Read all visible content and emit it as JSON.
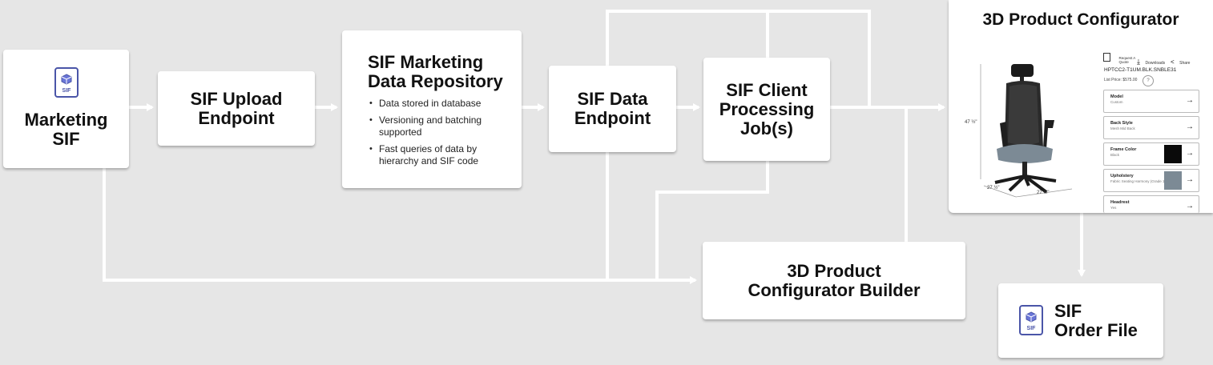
{
  "nodes": {
    "marketing_sif": "Marketing\nSIF",
    "upload": "SIF Upload\nEndpoint",
    "repository": "SIF Marketing\nData Repository",
    "repository_bullets": [
      "Data stored in database",
      "Versioning and batching supported",
      "Fast queries of data by hierarchy and SIF code"
    ],
    "data_endpoint": "SIF Data\nEndpoint",
    "client_jobs": "SIF Client\nProcessing\nJob(s)",
    "builder": "3D Product\nConfigurator Builder",
    "order_file": "SIF\nOrder File",
    "sif_icon_label": "SIF"
  },
  "configurator": {
    "title": "3D Product Configurator",
    "actions": [
      "Request A Quote",
      "Downloads",
      "Share"
    ],
    "sku": "HPTCC2-T1UM.BLK.SNBLE31",
    "list_price": "List Price: $575.00",
    "dims": {
      "height": "47 ½\"",
      "depth": "27 ½\"",
      "width": "27 ½\""
    },
    "options": [
      {
        "label": "Model",
        "value": "Custom"
      },
      {
        "label": "Back Style",
        "value": "Mesh Mid Back"
      },
      {
        "label": "Frame Color",
        "value": "Black",
        "swatch": "#0a0a0a"
      },
      {
        "label": "Upholstery",
        "value": "Fabric Seating Harmony (Grade 1)",
        "swatch": "#7c8a95"
      },
      {
        "label": "Headrest",
        "value": "Yes"
      }
    ]
  },
  "colors": {
    "connector": "#ffffff",
    "icon": "#4a55a8",
    "background": "#e6e6e6"
  }
}
